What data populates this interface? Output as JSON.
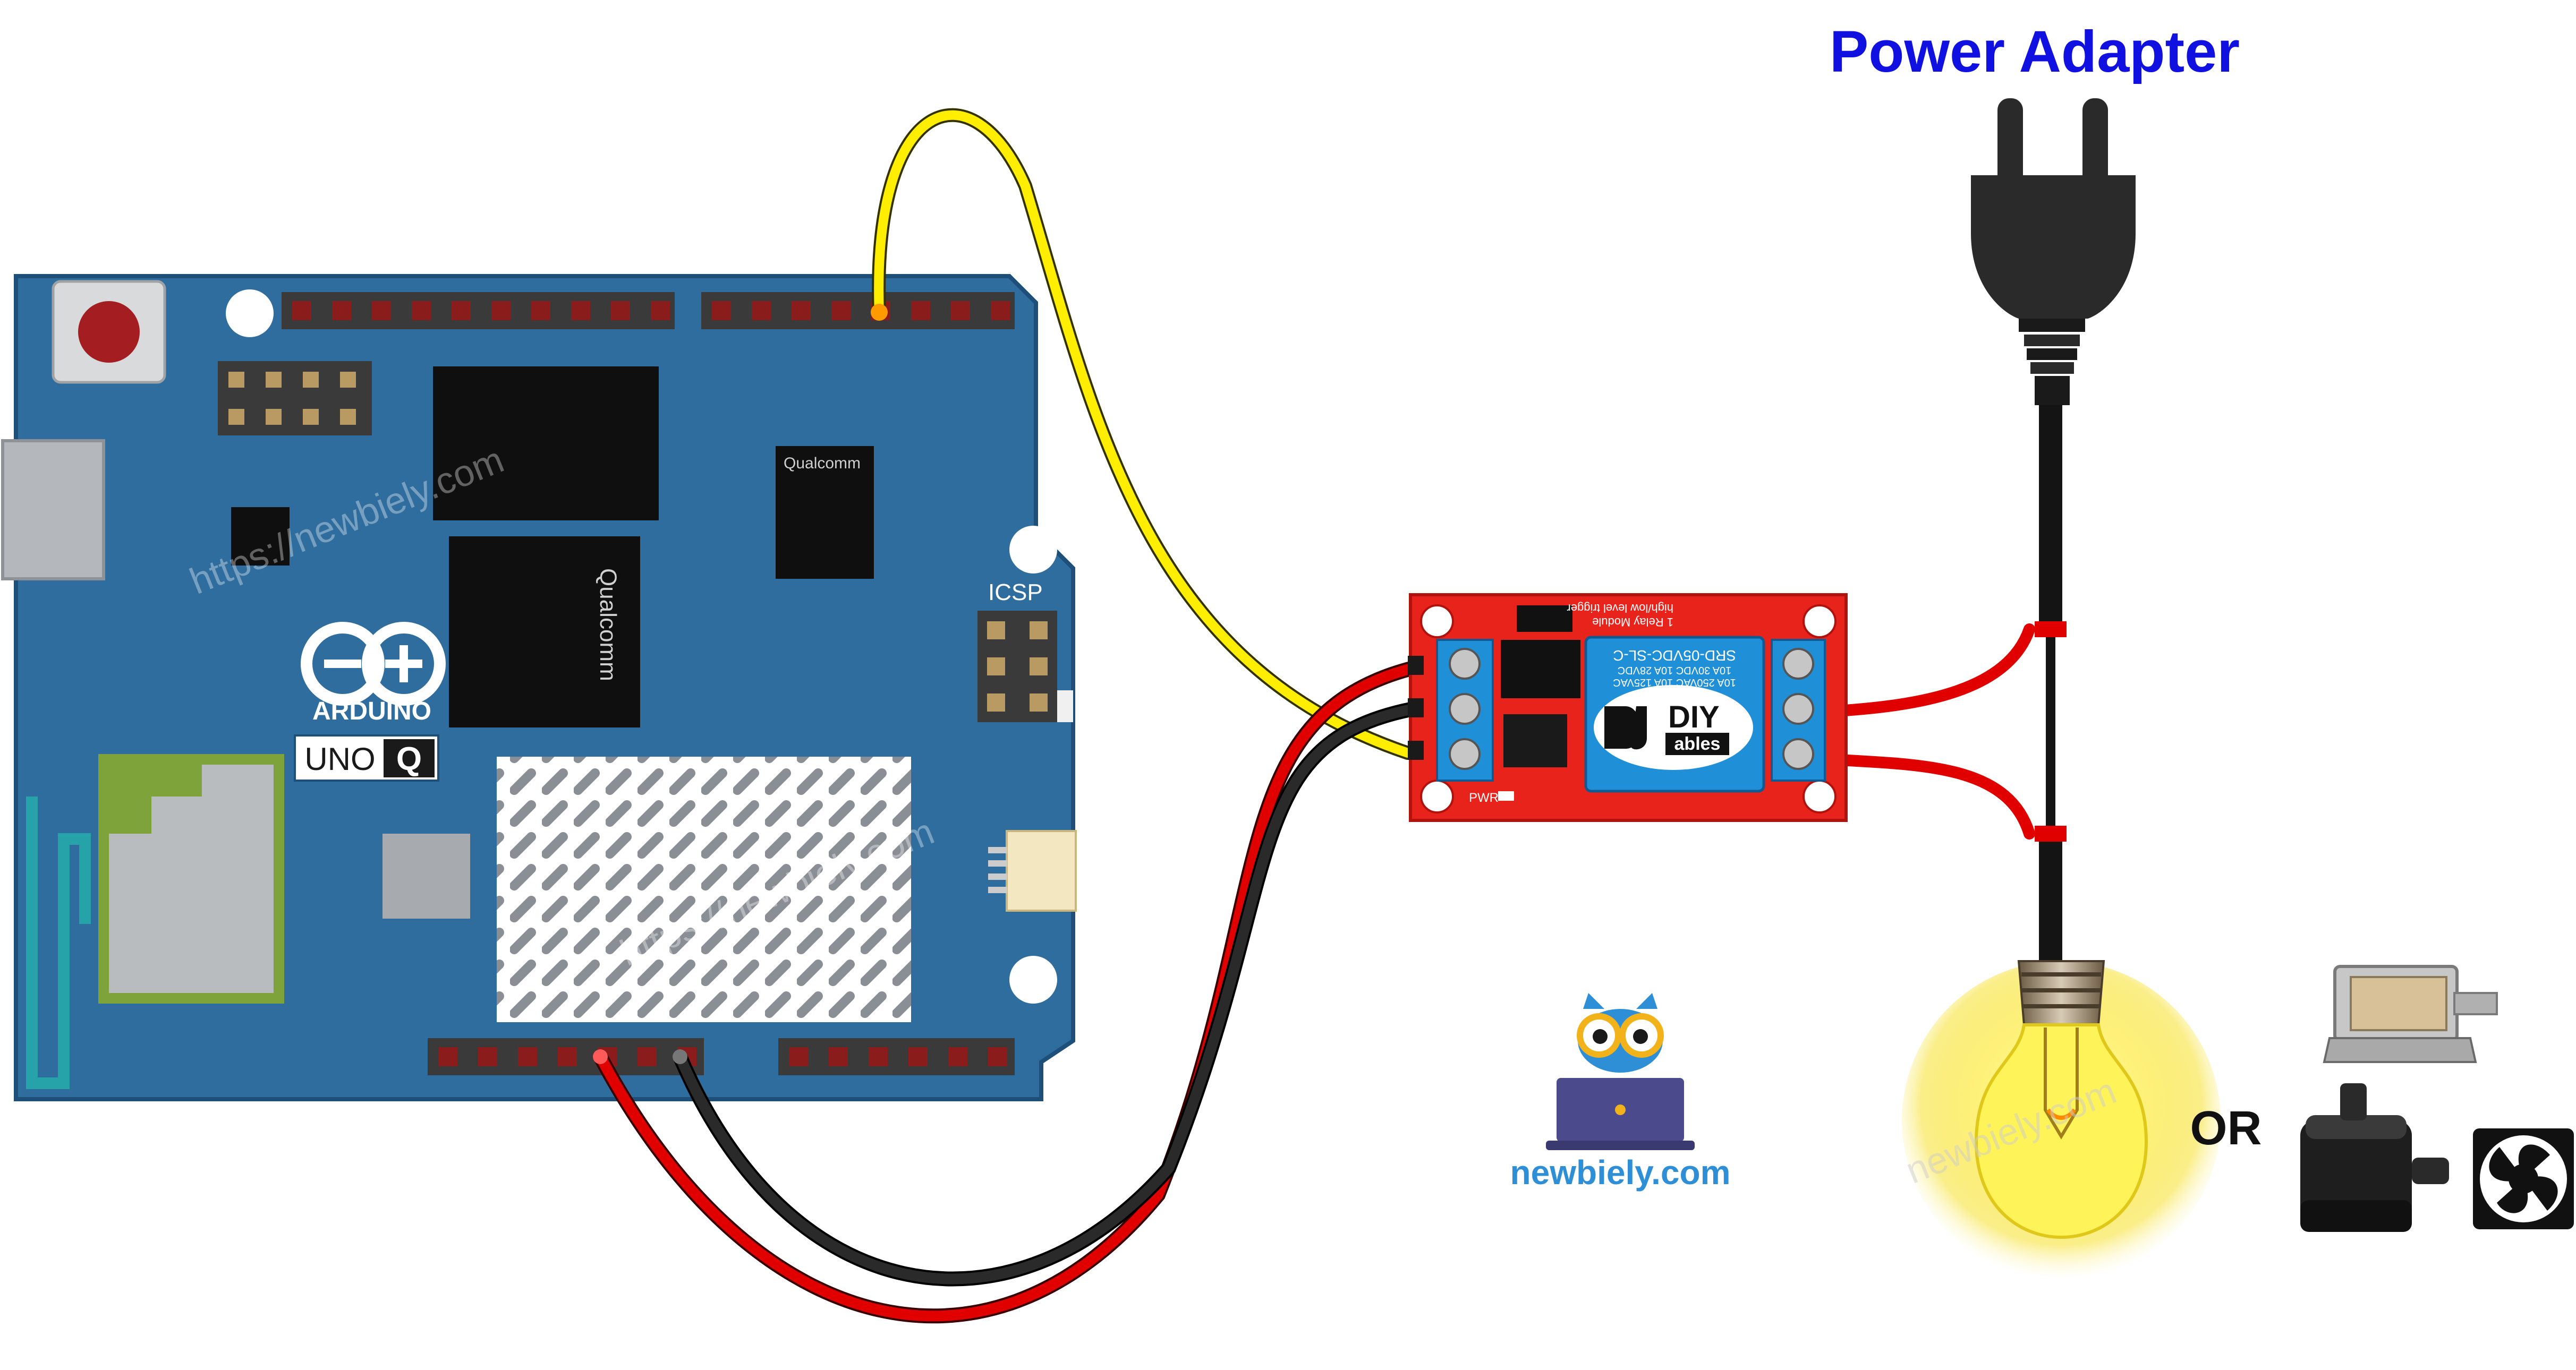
{
  "diagram": {
    "labels": {
      "power_adapter": "Power Adapter",
      "or": "OR",
      "brand": "newbiely.com",
      "watermark": "https://newbiely.com"
    },
    "board": {
      "logo_text": "ARDUINO",
      "model_text": "UNO",
      "model_suffix": "Q",
      "icsp_label": "ICSP",
      "chip_brand": "Qualcomm"
    },
    "relay": {
      "brand_top": "DIY",
      "brand_bottom": "ables",
      "title": "1 Relay Module",
      "trigger_text": "high/low level trigger",
      "coil_line1": "SRD-05VDC-SL-C",
      "coil_line2": "10A 30VDC 10A 28VDC",
      "coil_line3": "10A 250VAC 10A 125VAC",
      "pwr_label": "PWR"
    },
    "colors": {
      "board_blue": "#2f6d9e",
      "relay_red": "#e8231c",
      "relay_blue": "#1f8fd8",
      "wire_yellow": "#ffee00",
      "wire_red": "#e00000",
      "wire_black": "#111111",
      "title_blue": "#1010e0",
      "brand_blue": "#2f8fd6"
    },
    "icons": [
      "arduino-infinity-icon",
      "power-plug-icon",
      "light-bulb-icon",
      "solenoid-lock-icon",
      "water-pump-icon",
      "cooling-fan-icon",
      "owl-laptop-logo-icon"
    ]
  }
}
